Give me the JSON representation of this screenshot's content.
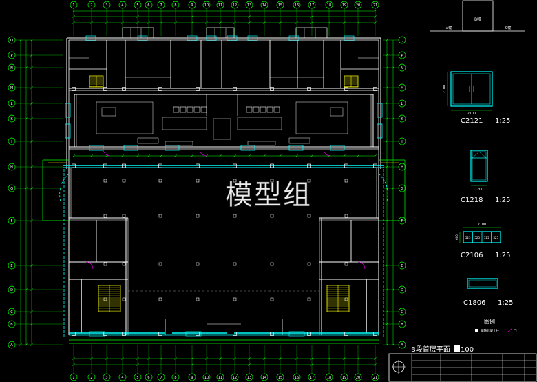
{
  "colors": {
    "background": "#000000",
    "wall": "#ffffff",
    "dimension": "#00ff00",
    "window": "#00ffff",
    "stair": "#ffff00",
    "door": "#ff00ff",
    "equipment": "#c8c8c8"
  },
  "watermark": "模型组",
  "drawing_title": {
    "name": "B段首层平面",
    "scale": "100"
  },
  "site_key": {
    "left": "A幢",
    "center": "B幢",
    "right": "C幢"
  },
  "window_details": [
    {
      "code": "C2121",
      "scale": "1:25",
      "width": "2100",
      "height": "2100"
    },
    {
      "code": "C1218",
      "scale": "1:25",
      "width": "1200"
    },
    {
      "code": "C2106",
      "scale": "1:25",
      "width": "2100",
      "height": "600",
      "panes": [
        "525",
        "525",
        "525",
        "525"
      ]
    },
    {
      "code": "C1806",
      "scale": "1:25"
    }
  ],
  "legend": {
    "title": "图例",
    "items": [
      "钢筋混凝土柱",
      "门"
    ]
  },
  "axes": {
    "top": [
      "1",
      "2",
      "3",
      "4",
      "5",
      "6",
      "7",
      "8",
      "9",
      "10",
      "11",
      "12",
      "13",
      "14",
      "15",
      "16",
      "17",
      "18",
      "19",
      "20",
      "21"
    ],
    "bottom": [
      "1",
      "2",
      "3",
      "4",
      "5",
      "6",
      "7",
      "8",
      "9",
      "10",
      "11",
      "12",
      "13",
      "14",
      "15",
      "16",
      "17",
      "18",
      "19",
      "20",
      "21"
    ],
    "left": [
      "A",
      "B",
      "C",
      "D",
      "E",
      "F",
      "G",
      "H",
      "J",
      "K",
      "L",
      "M",
      "N",
      "P",
      "Q"
    ],
    "right": [
      "A",
      "B",
      "C",
      "D",
      "E",
      "F",
      "G",
      "H",
      "J",
      "K",
      "L",
      "M",
      "N",
      "P",
      "Q"
    ]
  }
}
